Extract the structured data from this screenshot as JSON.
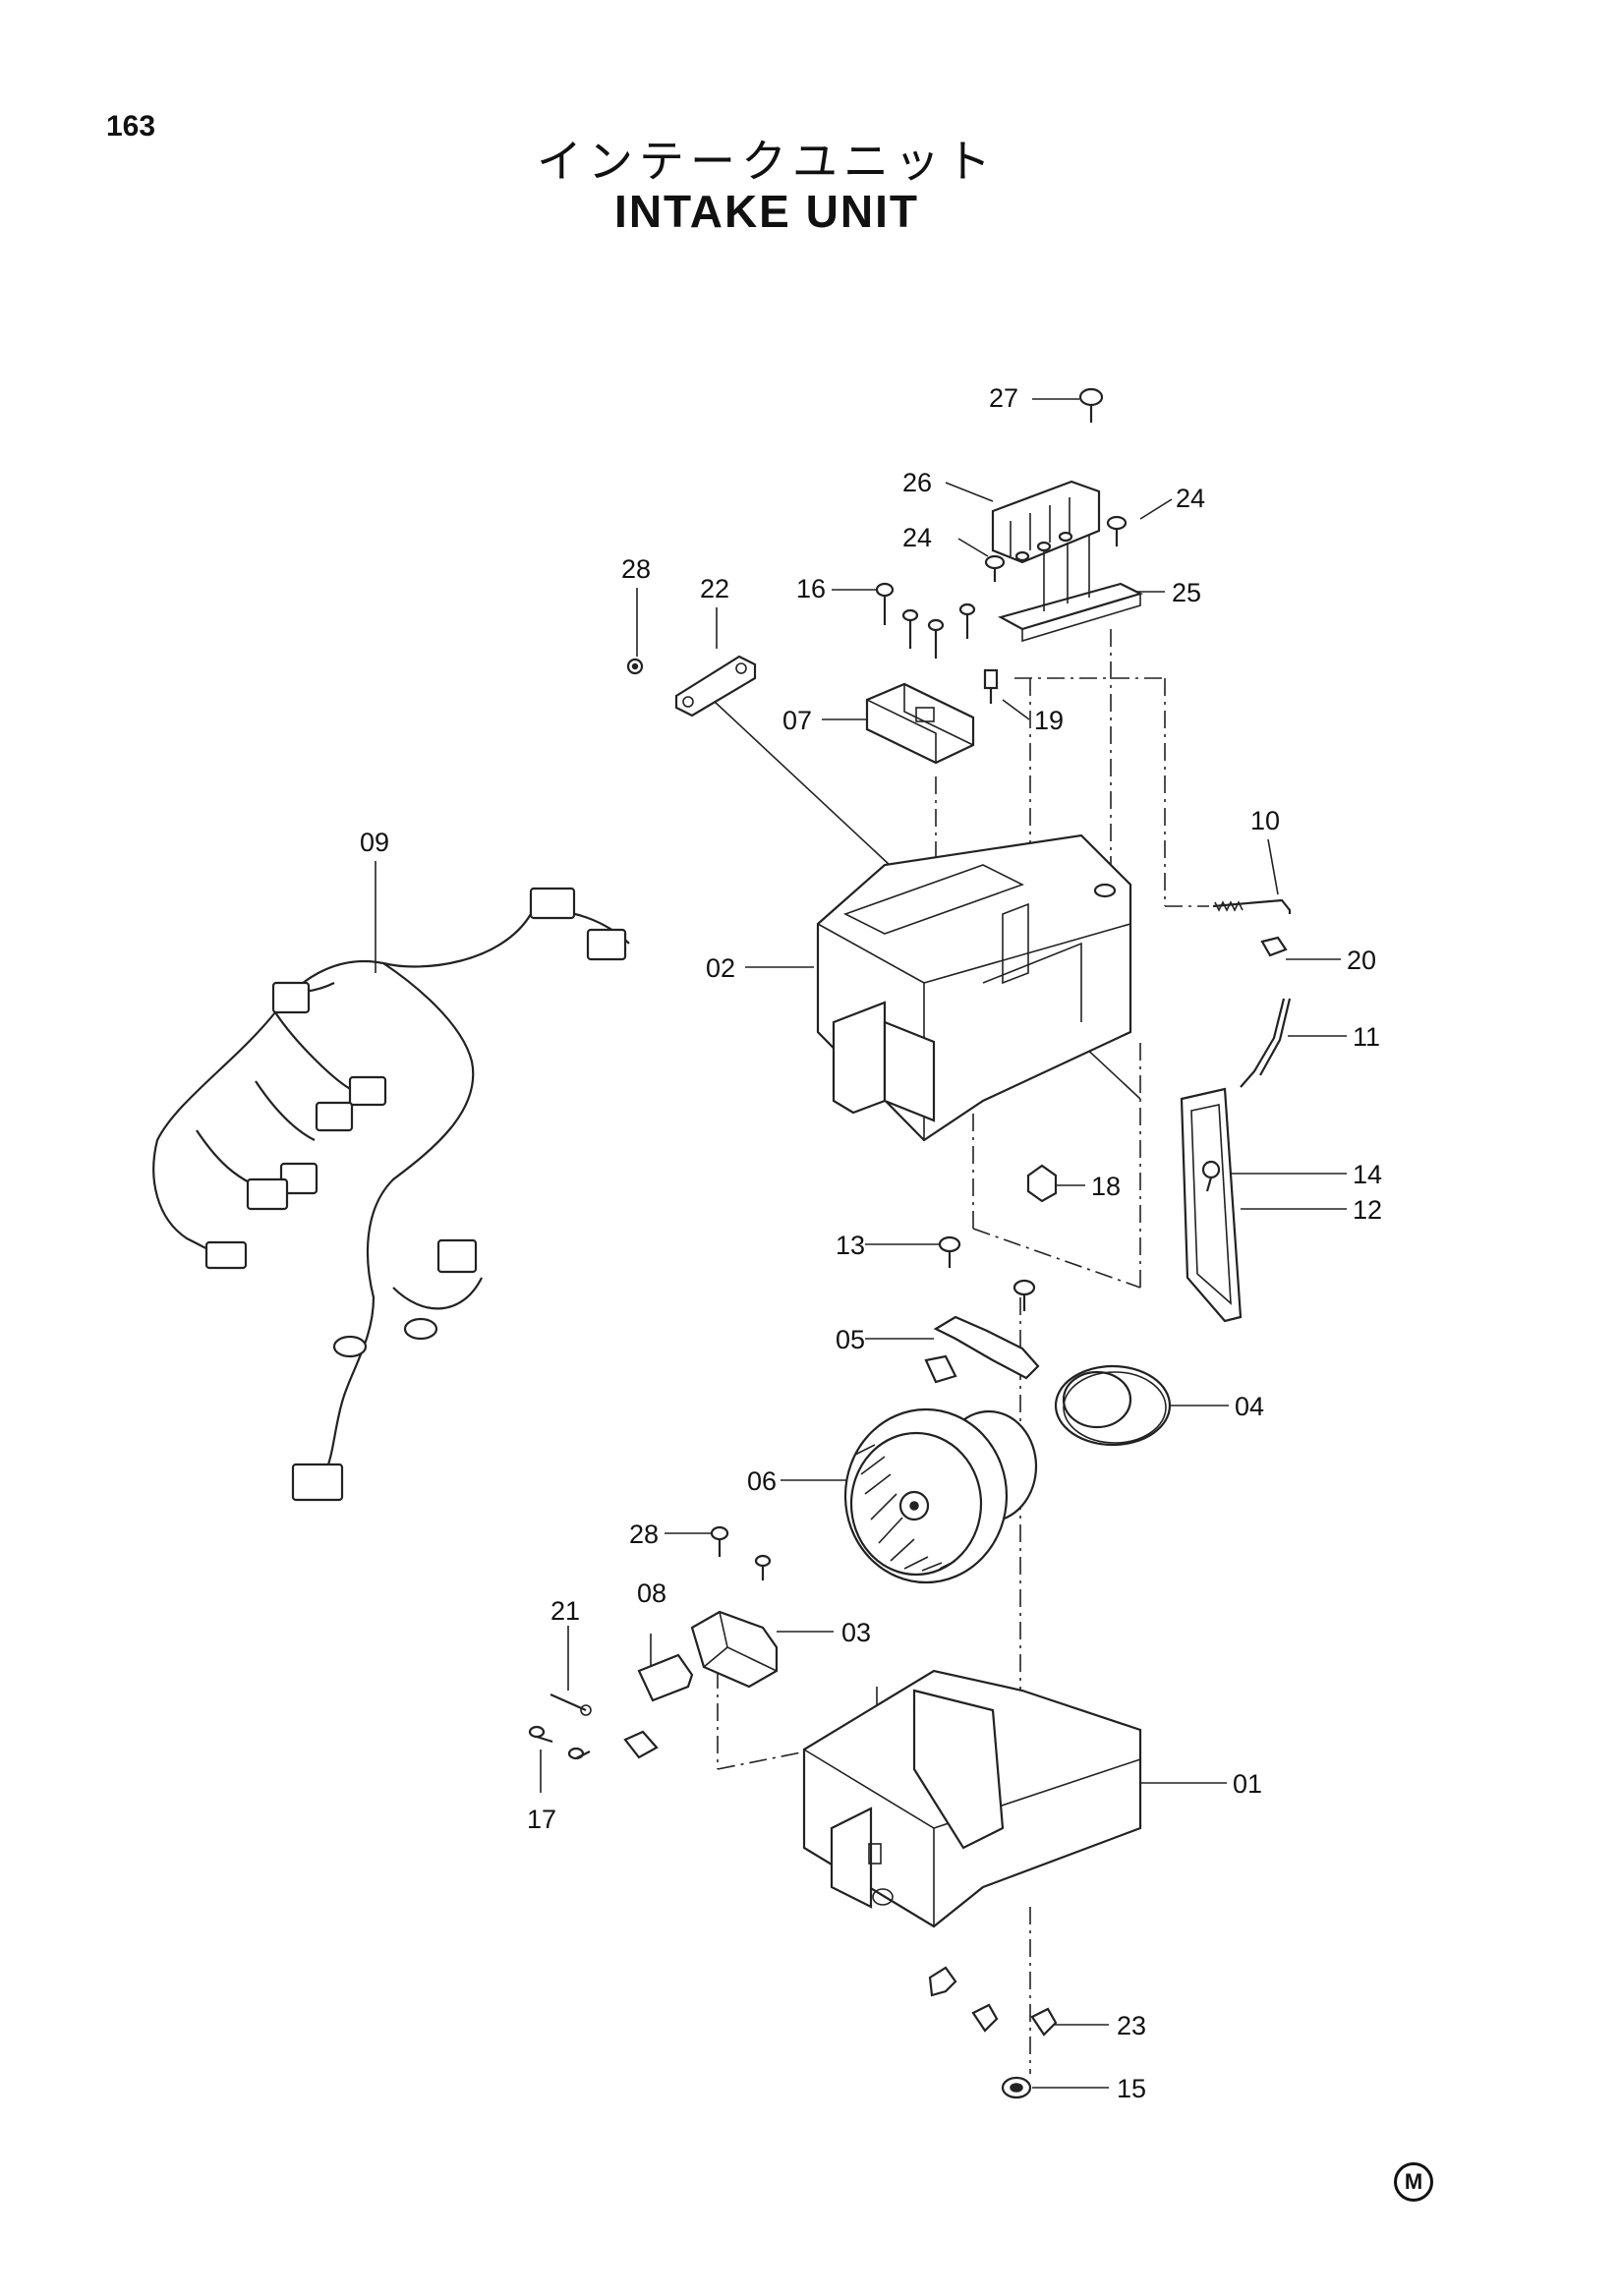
{
  "page_number": "163",
  "title_jp": "インテークユニット",
  "title_en": "INTAKE UNIT",
  "marker": "M",
  "callouts": [
    {
      "id": "c27",
      "label": "27"
    },
    {
      "id": "c26",
      "label": "26"
    },
    {
      "id": "c24a",
      "label": "24"
    },
    {
      "id": "c24b",
      "label": "24"
    },
    {
      "id": "c25",
      "label": "25"
    },
    {
      "id": "c28a",
      "label": "28"
    },
    {
      "id": "c22",
      "label": "22"
    },
    {
      "id": "c16",
      "label": "16"
    },
    {
      "id": "c07",
      "label": "07"
    },
    {
      "id": "c19",
      "label": "19"
    },
    {
      "id": "c09",
      "label": "09"
    },
    {
      "id": "c10",
      "label": "10"
    },
    {
      "id": "c02",
      "label": "02"
    },
    {
      "id": "c20",
      "label": "20"
    },
    {
      "id": "c11",
      "label": "11"
    },
    {
      "id": "c14",
      "label": "14"
    },
    {
      "id": "c12",
      "label": "12"
    },
    {
      "id": "c18",
      "label": "18"
    },
    {
      "id": "c13",
      "label": "13"
    },
    {
      "id": "c05",
      "label": "05"
    },
    {
      "id": "c04",
      "label": "04"
    },
    {
      "id": "c06",
      "label": "06"
    },
    {
      "id": "c28b",
      "label": "28"
    },
    {
      "id": "c21",
      "label": "21"
    },
    {
      "id": "c08",
      "label": "08"
    },
    {
      "id": "c03",
      "label": "03"
    },
    {
      "id": "c17",
      "label": "17"
    },
    {
      "id": "c01",
      "label": "01"
    },
    {
      "id": "c23",
      "label": "23"
    },
    {
      "id": "c15",
      "label": "15"
    }
  ]
}
